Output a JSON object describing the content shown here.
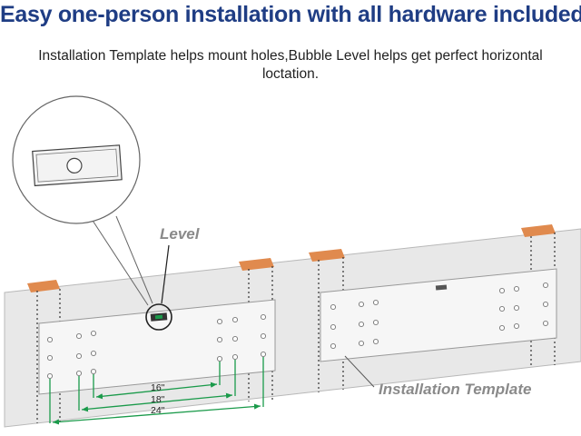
{
  "headline": "Easy one-person installation with all hardware included",
  "description": "Installation Template helps mount holes,Bubble Level helps get perfect horizontal loctation.",
  "labels": {
    "level": "Level",
    "installation_template": "Installation Template"
  },
  "measurements": {
    "inner": "16\"",
    "middle": "18\"",
    "outer": "24\""
  },
  "colors": {
    "headline": "#1f3d84",
    "wall": "#e8e8e8",
    "stud": "#e08a4e",
    "measure_line": "#1a9a4a",
    "level_bubble": "#1a9a4a"
  },
  "icons": {
    "zoom_callout": "magnifier-circle",
    "level": "bubble-level-icon"
  }
}
